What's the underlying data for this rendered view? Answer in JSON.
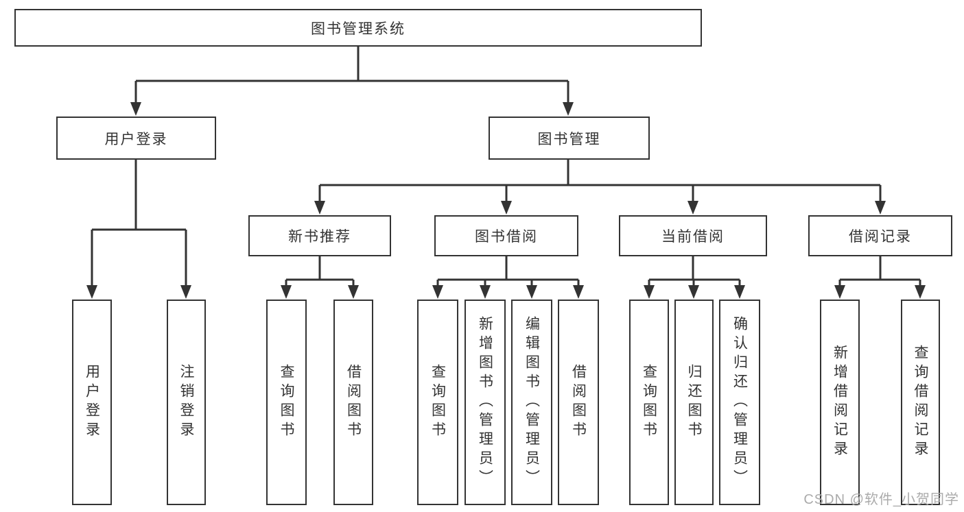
{
  "nodes": {
    "root": "图书管理系统",
    "level2": [
      "用户登录",
      "图书管理"
    ],
    "level3": [
      "新书推荐",
      "图书借阅",
      "当前借阅",
      "借阅记录"
    ],
    "leaves": {
      "user_login": [
        "用户登录",
        "注销登录"
      ],
      "new_book": [
        "查询图书",
        "借阅图书"
      ],
      "borrowing": [
        "查询图书",
        "新增图书（管理员）",
        "编辑图书（管理员）",
        "借阅图书"
      ],
      "current": [
        "查询图书",
        "归还图书",
        "确认归还（管理员）"
      ],
      "records": [
        "新增借阅记录",
        "查询借阅记录"
      ]
    }
  },
  "watermark": "CSDN @软件_小贺同学",
  "colors": {
    "line": "#333333",
    "text": "#333333",
    "watermark": "#ababab",
    "background": "#ffffff"
  }
}
